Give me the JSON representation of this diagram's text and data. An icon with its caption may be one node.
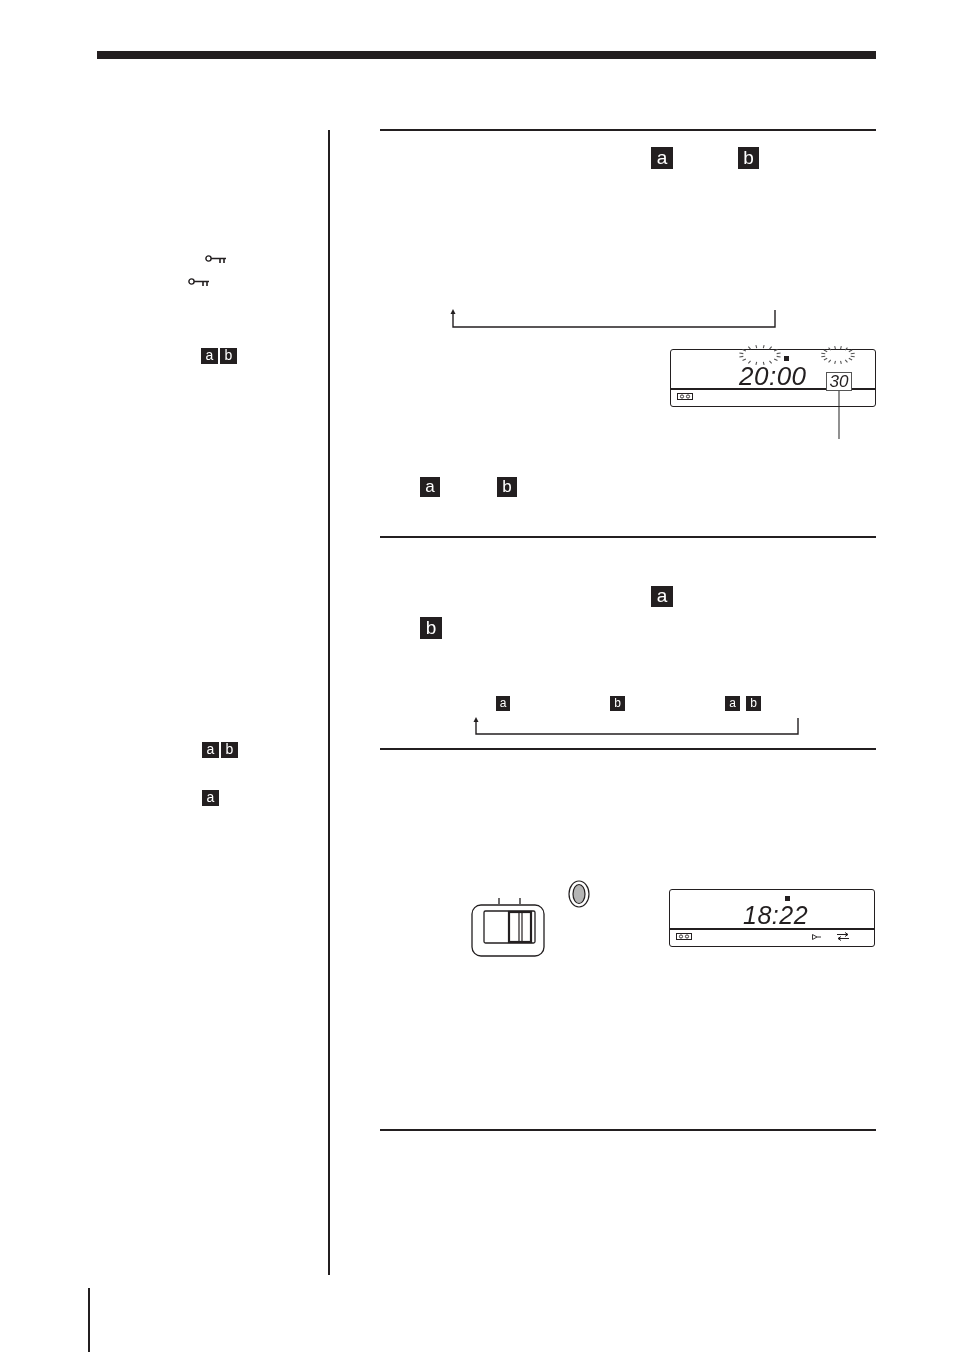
{
  "diagram": {
    "nodes": [
      {
        "text": [
          "a"
        ]
      },
      {
        "text": [
          "b"
        ]
      },
      {
        "text": [
          "a"
        ]
      },
      {
        "text": [
          "b"
        ]
      },
      {
        "text": [
          "a"
        ]
      },
      {
        "text": [
          "a"
        ]
      },
      {
        "text": [
          "b"
        ]
      },
      {
        "text": [
          "20:00"
        ]
      },
      {
        "text": [
          "30"
        ],
        "in": 7
      },
      {
        "text": [
          "a"
        ]
      },
      {
        "text": [
          "b"
        ]
      },
      {
        "text": [
          "a"
        ]
      },
      {
        "text": [
          "b"
        ]
      },
      {
        "text": [
          "a"
        ]
      },
      {
        "text": [
          "b"
        ]
      },
      {
        "text": [
          "a"
        ]
      },
      {
        "text": [
          "b"
        ]
      },
      {
        "text": [
          "18:22"
        ]
      }
    ],
    "edges": [
      {
        "from": null,
        "to": 8,
        "arrow": "none"
      }
    ]
  }
}
